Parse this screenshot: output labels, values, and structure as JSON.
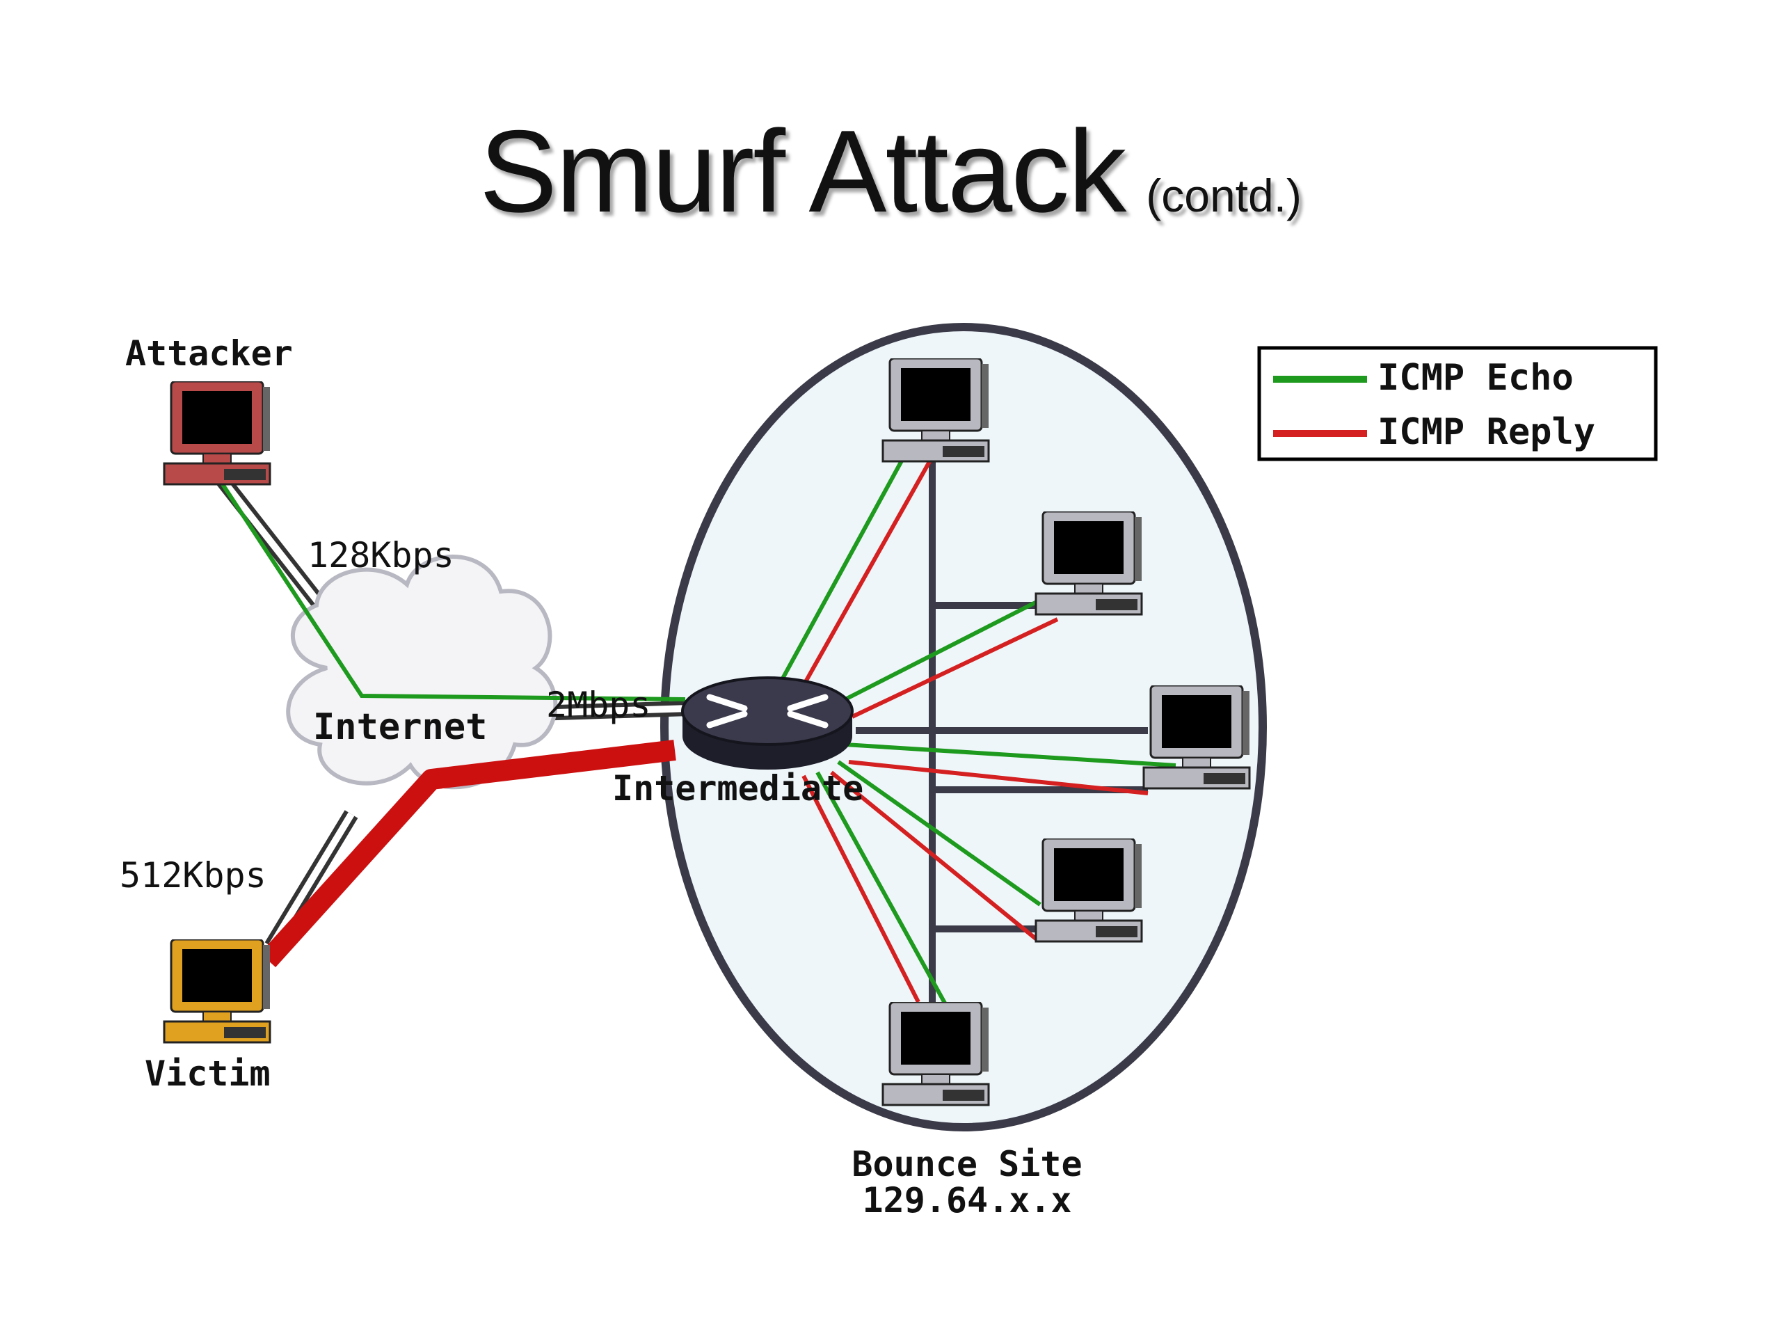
{
  "title": {
    "main": "Smurf Attack",
    "sub": "(contd.)"
  },
  "nodes": {
    "attacker": "Attacker",
    "victim": "Victim",
    "internet": "Internet",
    "intermediate": "Intermediate",
    "bounce_site": "Bounce Site",
    "bounce_ip": "129.64.x.x"
  },
  "links": {
    "attacker_speed": "128Kbps",
    "intermediate_speed": "2Mbps",
    "victim_speed": "512Kbps"
  },
  "legend": {
    "echo_label": "ICMP Echo",
    "reply_label": "ICMP Reply",
    "echo_color": "#1e9a1e",
    "reply_color": "#d42020"
  },
  "icons": {
    "attacker": "computer-icon",
    "victim": "computer-icon",
    "bounce_hosts": "computer-icon",
    "router": "router-icon",
    "cloud": "cloud-icon"
  },
  "colors": {
    "attacker_pc": "#b84a4a",
    "victim_pc": "#e0a020",
    "bounce_pc": "#b8b8c0",
    "ellipse_fill": "#eef6fa",
    "flood": "#cc1010"
  }
}
